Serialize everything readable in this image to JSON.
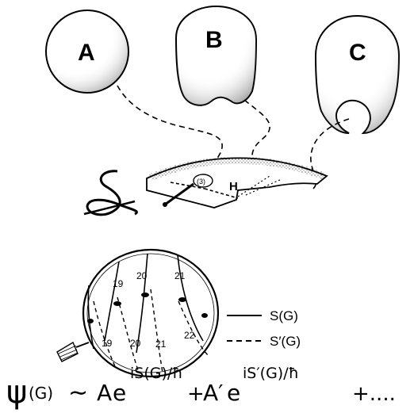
{
  "blobs": [
    {
      "id": "A",
      "label": "A"
    },
    {
      "id": "B",
      "label": "B"
    },
    {
      "id": "C",
      "label": "C"
    }
  ],
  "superspace_symbol": "𝒮",
  "hypersurface_marks": [
    "(3)",
    "H"
  ],
  "contour_numbers": [
    "19",
    "20",
    "21",
    "19",
    "20",
    "21",
    "22"
  ],
  "legend": [
    {
      "style": "solid",
      "label": "S(G)"
    },
    {
      "style": "dashed",
      "label": "S′(G)"
    }
  ],
  "equation": {
    "psi": "ψ",
    "arg": "(G)",
    "sim": "∼",
    "amp1": "A",
    "e1": "e",
    "exp1": "iS(G)/ħ",
    "plus1": "+",
    "amp2": "A′",
    "e2": "e",
    "exp2": "iS′(G)/ħ",
    "tail": "+...."
  }
}
